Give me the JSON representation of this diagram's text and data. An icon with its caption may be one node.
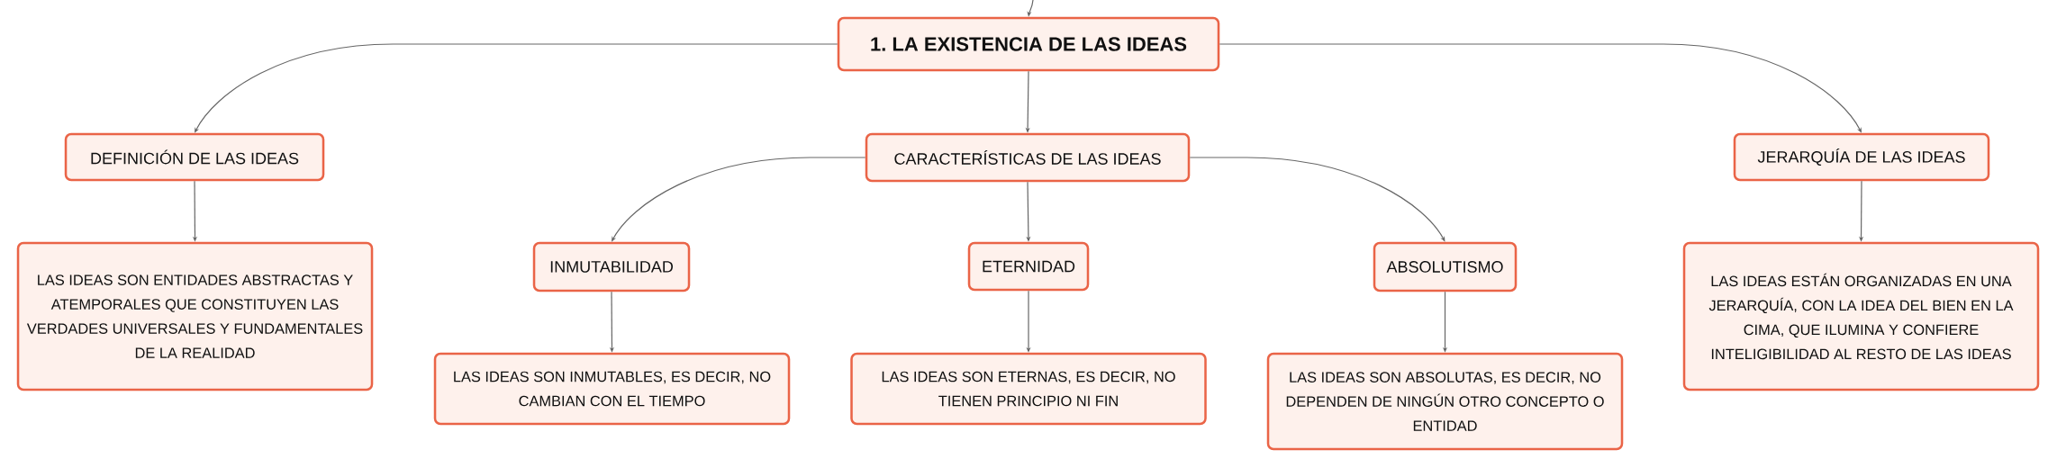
{
  "diagram": {
    "nodes": [
      {
        "text": [
          "1. LA EXISTENCIA DE LAS IDEAS"
        ]
      },
      {
        "text": [
          "DEFINICIÓN DE LAS IDEAS"
        ]
      },
      {
        "text": [
          "CARACTERÍSTICAS DE LAS IDEAS"
        ]
      },
      {
        "text": [
          "JERARQUÍA DE LAS IDEAS"
        ]
      },
      {
        "text": [
          "LAS IDEAS SON ENTIDADES ABSTRACTAS Y ATEMPORALES QUE CONSTITUYEN LAS VERDADES UNIVERSALES Y FUNDAMENTALES DE LA REALIDAD"
        ]
      },
      {
        "text": [
          "INMUTABILIDAD"
        ]
      },
      {
        "text": [
          "ETERNIDAD"
        ]
      },
      {
        "text": [
          "ABSOLUTISMO"
        ]
      },
      {
        "text": [
          "LAS IDEAS ESTÁN ORGANIZADAS EN UNA JERARQUÍA, CON LA IDEA DEL BIEN EN LA CIMA, QUE ILUMINA Y CONFIERE INTELIGIBILIDAD AL RESTO DE LAS IDEAS"
        ]
      },
      {
        "text": [
          "LAS IDEAS SON INMUTABLES, ES DECIR, NO CAMBIAN CON EL TIEMPO"
        ]
      },
      {
        "text": [
          "LAS IDEAS SON ETERNAS, ES DECIR, NO TIENEN PRINCIPIO NI FIN"
        ]
      },
      {
        "text": [
          "LAS IDEAS SON ABSOLUTAS, ES DECIR, NO DEPENDEN DE NINGÚN OTRO CONCEPTO O ENTIDAD"
        ]
      }
    ],
    "edges": [
      {
        "from": null,
        "to": 0,
        "arrow": "to"
      },
      {
        "from": 0,
        "to": 1,
        "arrow": "to"
      },
      {
        "from": 0,
        "to": 2,
        "arrow": "to"
      },
      {
        "from": 0,
        "to": 3,
        "arrow": "to"
      },
      {
        "from": 1,
        "to": 4,
        "arrow": "to"
      },
      {
        "from": 2,
        "to": 5,
        "arrow": "to"
      },
      {
        "from": 2,
        "to": 6,
        "arrow": "to"
      },
      {
        "from": 2,
        "to": 7,
        "arrow": "to"
      },
      {
        "from": 3,
        "to": 8,
        "arrow": "to"
      },
      {
        "from": 5,
        "to": 9,
        "arrow": "to"
      },
      {
        "from": 6,
        "to": 10,
        "arrow": "to"
      },
      {
        "from": 7,
        "to": 11,
        "arrow": "to"
      }
    ]
  }
}
